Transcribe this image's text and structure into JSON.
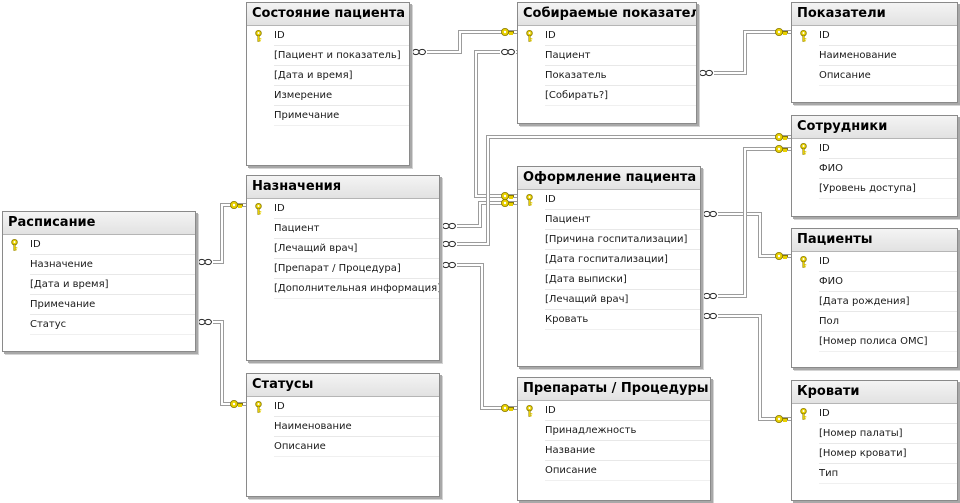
{
  "colors": {
    "key": "#e8d000",
    "key_outline": "#8a7a00",
    "link": "#9c9c9c",
    "link_core": "#ffffff"
  },
  "tables": [
    {
      "id": "sostoyanie",
      "name": "Состояние пациента",
      "columns": [
        {
          "label": "ID",
          "pk": true
        },
        {
          "label": "[Пациент и показатель]"
        },
        {
          "label": "[Дата и время]"
        },
        {
          "label": "Измерение"
        },
        {
          "label": "Примечание"
        }
      ]
    },
    {
      "id": "sobiraemye",
      "name": "Собираемые показатели",
      "columns": [
        {
          "label": "ID",
          "pk": true
        },
        {
          "label": "Пациент"
        },
        {
          "label": "Показатель"
        },
        {
          "label": "[Собирать?]"
        }
      ]
    },
    {
      "id": "pokazateli",
      "name": "Показатели",
      "columns": [
        {
          "label": "ID",
          "pk": true
        },
        {
          "label": "Наименование"
        },
        {
          "label": "Описание"
        }
      ]
    },
    {
      "id": "sotrudniki",
      "name": "Сотрудники",
      "columns": [
        {
          "label": "ID",
          "pk": true
        },
        {
          "label": "ФИО"
        },
        {
          "label": "[Уровень доступа]"
        }
      ]
    },
    {
      "id": "naznacheniya",
      "name": "Назначения",
      "columns": [
        {
          "label": "ID",
          "pk": true
        },
        {
          "label": "Пациент"
        },
        {
          "label": "[Лечащий врач]"
        },
        {
          "label": "[Препарат / Процедура]"
        },
        {
          "label": "[Дополнительная информация]"
        }
      ]
    },
    {
      "id": "oformlenie",
      "name": "Оформление пациента",
      "columns": [
        {
          "label": "ID",
          "pk": true
        },
        {
          "label": "Пациент"
        },
        {
          "label": "[Причина госпитализации]"
        },
        {
          "label": "[Дата госпитализации]"
        },
        {
          "label": "[Дата выписки]"
        },
        {
          "label": "[Лечащий врач]"
        },
        {
          "label": "Кровать"
        }
      ]
    },
    {
      "id": "raspisanie",
      "name": "Расписание",
      "columns": [
        {
          "label": "ID",
          "pk": true
        },
        {
          "label": "Назначение"
        },
        {
          "label": "[Дата и время]"
        },
        {
          "label": "Примечание"
        },
        {
          "label": "Статус"
        }
      ]
    },
    {
      "id": "patsienty",
      "name": "Пациенты",
      "columns": [
        {
          "label": "ID",
          "pk": true
        },
        {
          "label": "ФИО"
        },
        {
          "label": "[Дата рождения]"
        },
        {
          "label": "Пол"
        },
        {
          "label": "[Номер полиса ОМС]"
        }
      ]
    },
    {
      "id": "statusy",
      "name": "Статусы",
      "columns": [
        {
          "label": "ID",
          "pk": true
        },
        {
          "label": "Наименование"
        },
        {
          "label": "Описание"
        }
      ]
    },
    {
      "id": "preparaty",
      "name": "Препараты / Процедуры",
      "columns": [
        {
          "label": "ID",
          "pk": true
        },
        {
          "label": "Принадлежность"
        },
        {
          "label": "Название"
        },
        {
          "label": "Описание"
        }
      ]
    },
    {
      "id": "krovati",
      "name": "Кровати",
      "columns": [
        {
          "label": "ID",
          "pk": true
        },
        {
          "label": "[Номер палаты]"
        },
        {
          "label": "[Номер кровати]"
        },
        {
          "label": "Тип"
        }
      ]
    }
  ],
  "relationships": [
    {
      "from": "sostoyanie.[Пациент и показатель]",
      "to": "sobiraemye.ID"
    },
    {
      "from": "sobiraemye.Показатель",
      "to": "pokazateli.ID"
    },
    {
      "from": "sobiraemye.Пациент",
      "to": "oformlenie.ID"
    },
    {
      "from": "naznacheniya.Пациент",
      "to": "oformlenie.ID"
    },
    {
      "from": "naznacheniya.[Лечащий врач]",
      "to": "sotrudniki.ID"
    },
    {
      "from": "naznacheniya.[Препарат / Процедура]",
      "to": "preparaty.ID"
    },
    {
      "from": "raspisanie.Назначение",
      "to": "naznacheniya.ID"
    },
    {
      "from": "raspisanie.Статус",
      "to": "statusy.ID"
    },
    {
      "from": "oformlenie.Пациент",
      "to": "patsienty.ID"
    },
    {
      "from": "oformlenie.[Лечащий врач]",
      "to": "sotrudniki.ID"
    },
    {
      "from": "oformlenie.Кровать",
      "to": "krovati.ID"
    }
  ]
}
